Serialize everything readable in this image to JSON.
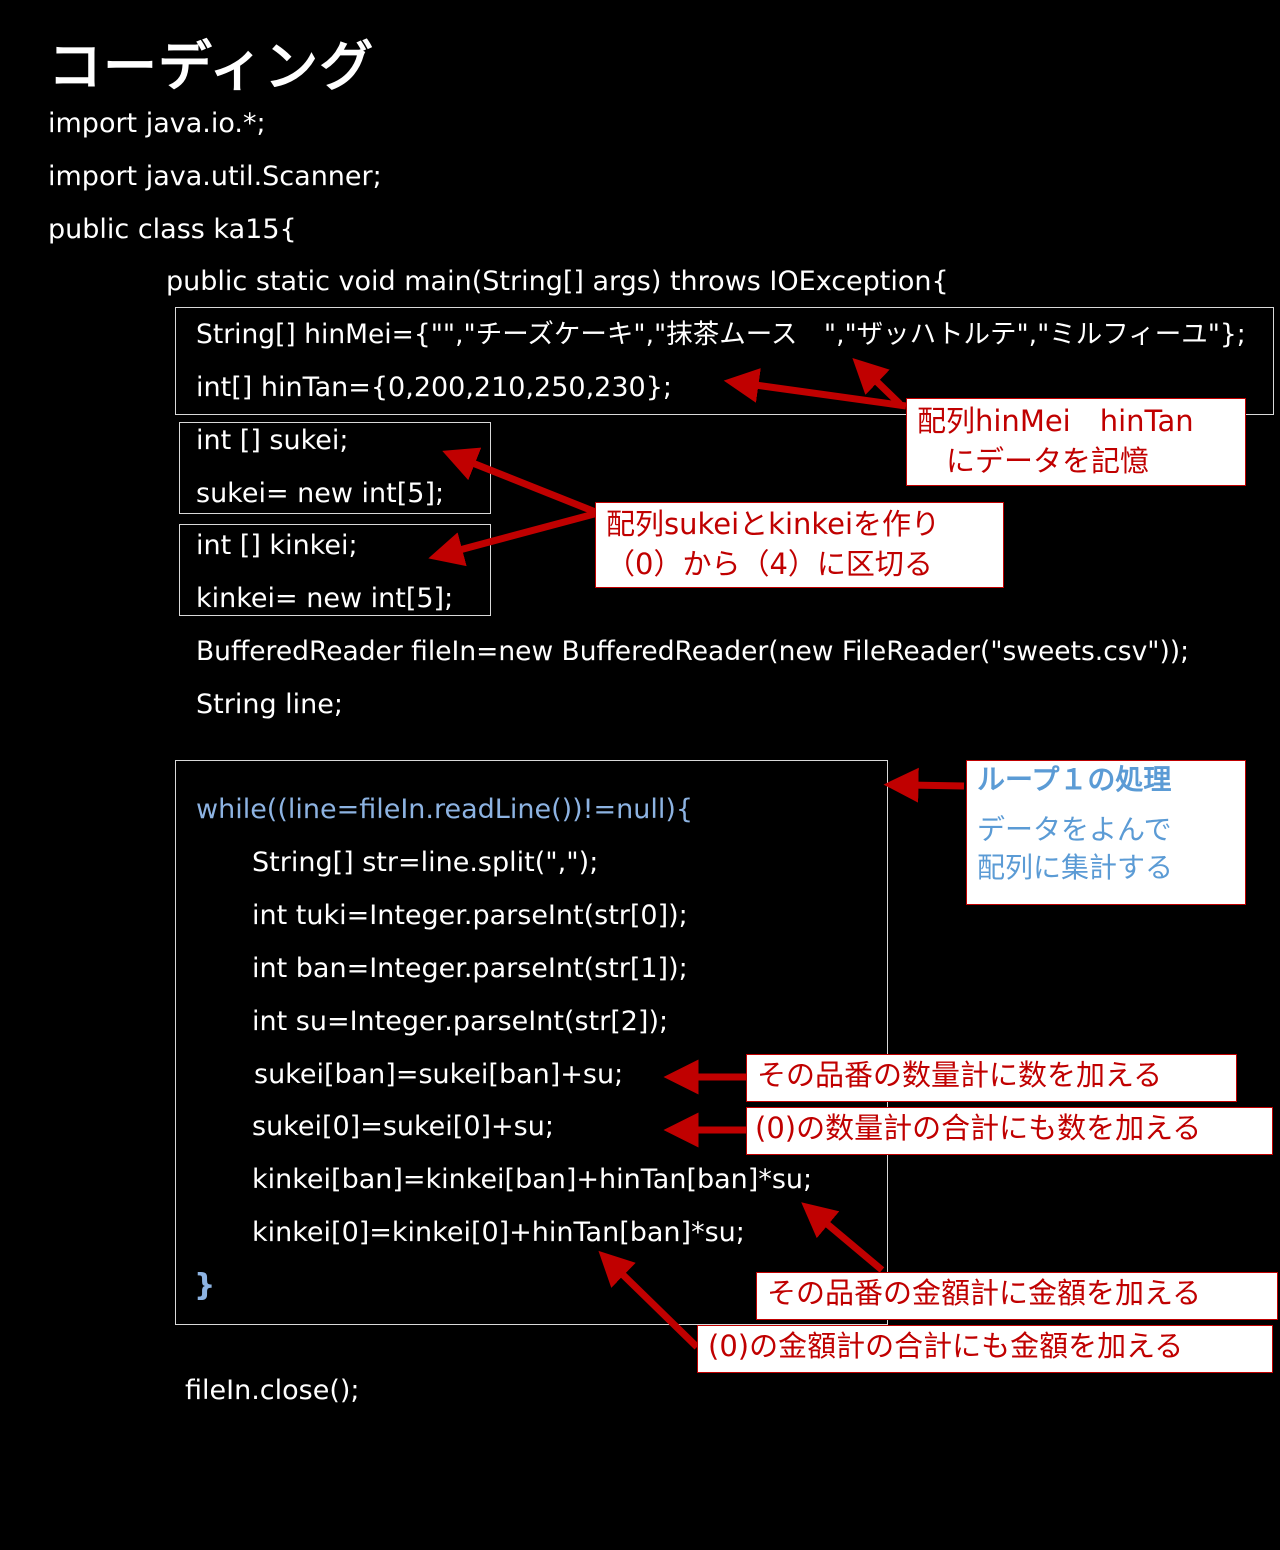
{
  "title": "コーディング",
  "code": {
    "import_io": "import java.io.*;",
    "import_scanner": "import java.util.Scanner;",
    "class_decl": "public class ka15{",
    "main_decl": "public static void main(String[] args) throws IOException{",
    "hinmei_decl": "String[] hinMei={\"\",\"チーズケーキ\",\"抹茶ムース　\",\"ザッハトルテ\",\"ミルフィーユ\"};",
    "hintan_decl": "int[] hinTan={0,200,210,250,230};",
    "sukei_decl": "int [] sukei;",
    "sukei_new": "sukei= new int[5];",
    "kinkei_decl": "int [] kinkei;",
    "kinkei_new": "kinkei= new int[5];",
    "reader_decl": "BufferedReader fileIn=new BufferedReader(new FileReader(\"sweets.csv\"));",
    "line_decl": "String line;",
    "while_head": "while((line=fileIn.readLine())!=null){",
    "split_line": "String[] str=line.split(\",\");",
    "tuki_line": "int tuki=Integer.parseInt(str[0]);",
    "ban_line": "int ban=Integer.parseInt(str[1]);",
    "su_line": "int su=Integer.parseInt(str[2]);",
    "sukei_ban": "sukei[ban]=sukei[ban]+su;",
    "sukei_zero": "sukei[0]=sukei[0]+su;",
    "kinkei_ban": "kinkei[ban]=kinkei[ban]+hinTan[ban]*su;",
    "kinkei_zero": "kinkei[0]=kinkei[0]+hinTan[ban]*su;",
    "while_close": "}",
    "close_line": "fileIn.close();"
  },
  "callouts": {
    "array_store": {
      "line1": "配列hinMei　hinTan",
      "line2": "　にデータを記憶"
    },
    "array_create": {
      "line1": "配列sukeiとkinkeiを作り",
      "line2": "（0）から（4）に区切る"
    },
    "loop": {
      "heading": "ループ１の処理",
      "line1": "データをよんで",
      "line2": "配列に集計する"
    },
    "qty_item": "その品番の数量計に数を加える",
    "qty_total": "(0)の数量計の合計にも数を加える",
    "amount_item": "その品番の金額計に金額を加える",
    "amount_total": "(0)の金額計の合計にも金額を加える"
  },
  "colors": {
    "background": "#000000",
    "code_text": "#ffffff",
    "loop_head": "#8db3e2",
    "callout_text": "#c00000",
    "loop_callout_text": "#5b9bd5",
    "arrow": "#c00000"
  }
}
